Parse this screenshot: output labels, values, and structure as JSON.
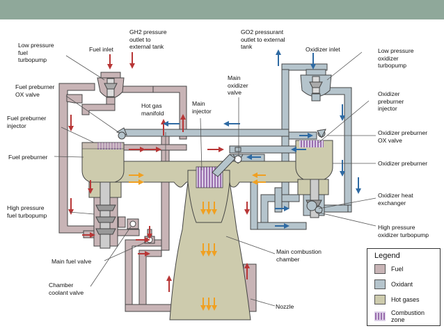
{
  "colors": {
    "fuel": "#c8b4b6",
    "oxidant": "#b5c4cc",
    "hot_gases": "#cdcbad",
    "combustion": "#9a6fae",
    "fuel_arrow": "#b83636",
    "ox_arrow": "#2e6aa3",
    "hot_arrow": "#f0a021",
    "outline": "#333333",
    "top_bar": "#8fa89a"
  },
  "labels": {
    "low_pressure_fuel_turbopump": "Low pressure\nfuel\nturbopump",
    "fuel_inlet": "Fuel inlet",
    "gh2_pressure_outlet": "GH2 pressure\noutlet to\nexternal tank",
    "go2_pressurant_outlet": "GO2 pressurant\noutlet to external\ntank",
    "oxidizer_inlet": "Oxidizer inlet",
    "low_pressure_oxidizer_turbopump": "Low pressure\noxidizer\nturbopump",
    "fuel_preburner_ox_valve": "Fuel preburner\nOX valve",
    "main_oxidizer_valve": "Main\noxidizer\nvalve",
    "fuel_preburner_injector": "Fuel preburner\ninjector",
    "hot_gas_manifold": "Hot gas\nmanifold",
    "main_injector": "Main\ninjector",
    "oxidizer_preburner_injector": "Oxidizer\npreburner\ninjector",
    "oxidizer_preburner_ox_valve": "Oxidizer preburner\nOX valve",
    "fuel_preburner": "Fuel preburner",
    "oxidizer_preburner": "Oxidizer preburner",
    "oxidizer_heat_exchanger": "Oxidizer heat\nexchanger",
    "high_pressure_fuel_turbopump": "High pressure\nfuel turbopump",
    "high_pressure_oxidizer_turbopump": "High pressure\noxidizer turbopump",
    "main_fuel_valve": "Main fuel valve",
    "main_combustion_chamber": "Main combustion\nchamber",
    "chamber_coolant_valve": "Chamber\ncoolant valve",
    "nozzle": "Nozzle"
  },
  "legend": {
    "title": "Legend",
    "items": [
      {
        "label": "Fuel",
        "color": "#c8b4b6"
      },
      {
        "label": "Oxidant",
        "color": "#b5c4cc"
      },
      {
        "label": "Hot gases",
        "color": "#cdcbad"
      },
      {
        "label": "Combustion\nzone",
        "color": "combustion"
      }
    ]
  }
}
